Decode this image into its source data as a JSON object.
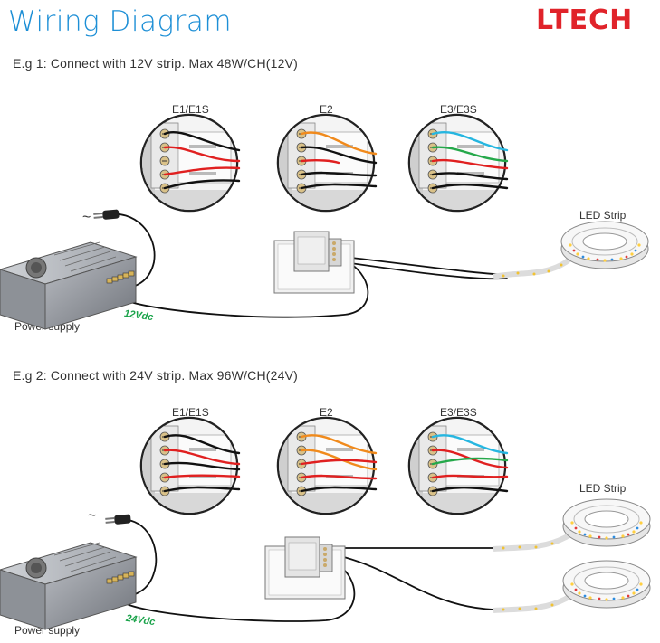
{
  "brand": {
    "logo_text": "LTECH",
    "logo_color": "#e0232a"
  },
  "title": "Wiring Diagram",
  "accent_color": "#1d8fd6",
  "example1": {
    "caption": "E.g 1: Connect with 12V strip. Max 48W/CH(12V)",
    "panel_labels": [
      "E1/E1S",
      "E2",
      "E3/E3S"
    ],
    "led_label": "LED Strip",
    "psu_label": "Power supply",
    "voltage_label": "12Vdc",
    "ac_symbol": "~"
  },
  "example2": {
    "caption": "E.g 2: Connect with 24V strip. Max 96W/CH(24V)",
    "panel_labels": [
      "E1/E1S",
      "E2",
      "E3/E3S"
    ],
    "led_label": "LED Strip",
    "psu_label": "Power supply",
    "voltage_label": "24Vdc",
    "ac_symbol": "~"
  },
  "wire_colors": {
    "red": "#e02020",
    "black": "#111111",
    "orange": "#f08a1c",
    "cyan": "#26b6e0",
    "green": "#25a84a",
    "white": "#f2f2f2"
  },
  "status_color": "#1aa34a"
}
